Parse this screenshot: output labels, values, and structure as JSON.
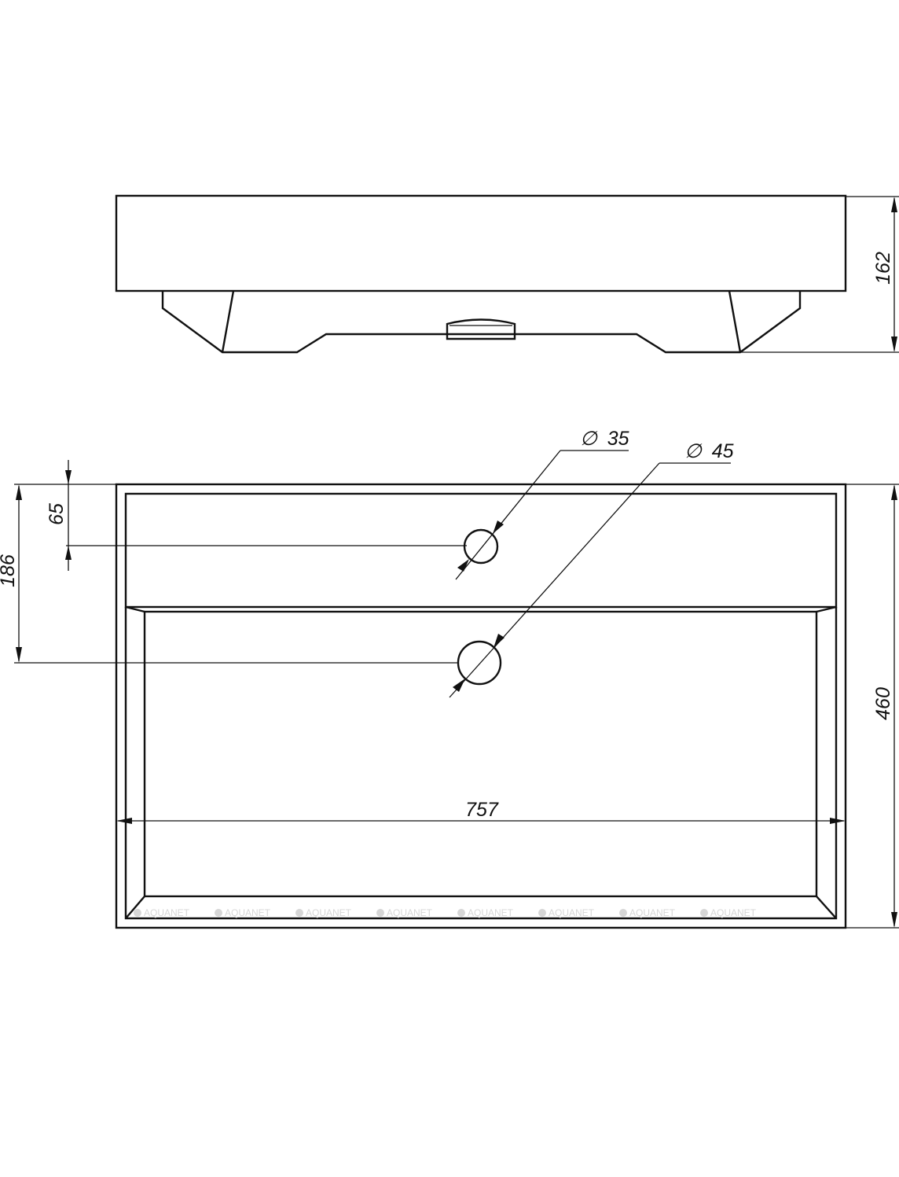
{
  "dimensions": {
    "height": "162",
    "depth": "460",
    "width": "757",
    "tap_hole_offset": "65",
    "drain_offset": "186",
    "tap_hole_diameter": "35",
    "drain_diameter": "45",
    "diameter_symbol": "∅"
  },
  "watermark": {
    "brand": "AQUANET",
    "repeat": 8
  },
  "colors": {
    "line": "#111111",
    "watermark": "#d6d6d6",
    "background": "#ffffff"
  }
}
